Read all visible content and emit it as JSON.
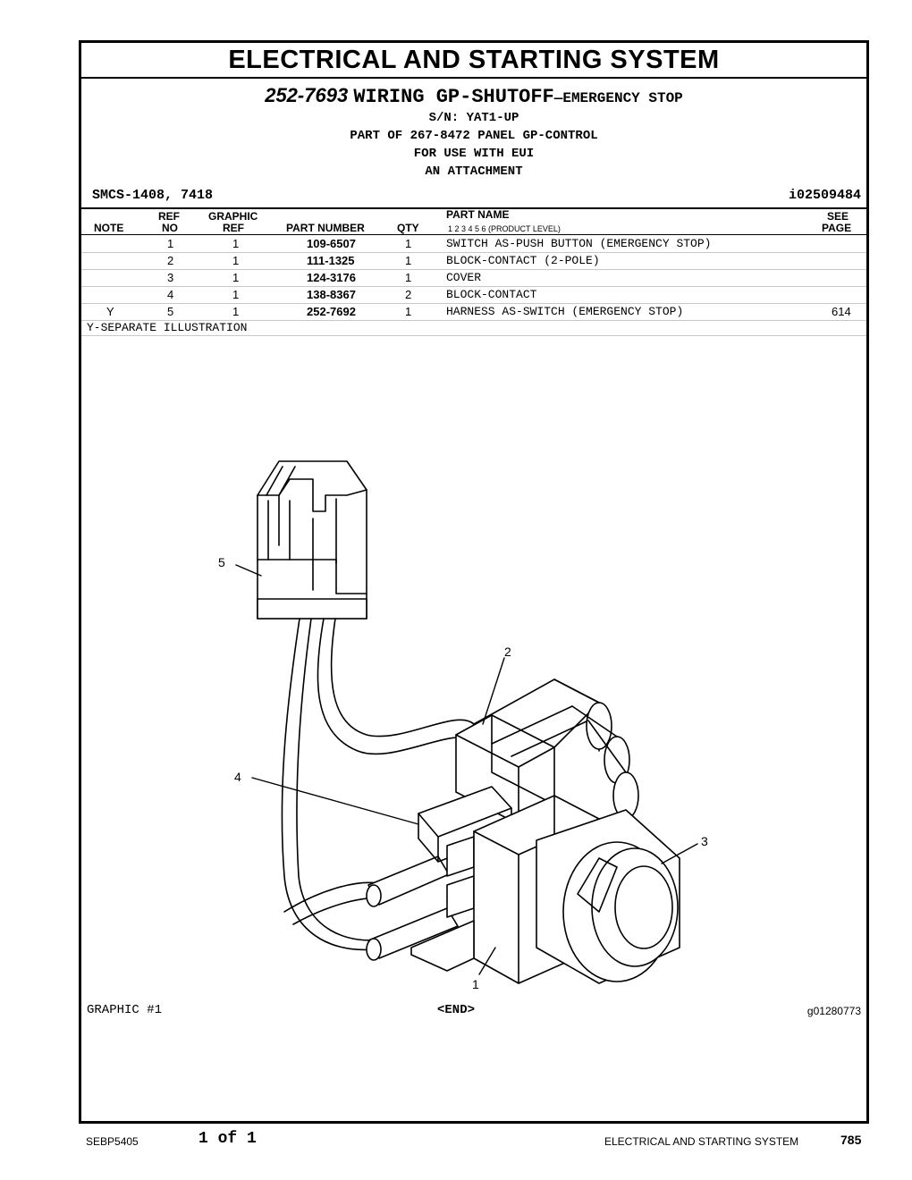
{
  "header": {
    "title": "ELECTRICAL AND STARTING SYSTEM",
    "part_number": "252-7693",
    "part_name": "WIRING GP-SHUTOFF",
    "part_suffix": "—EMERGENCY STOP",
    "serial": "S/N: YAT1-UP",
    "part_of": "PART OF 267-8472 PANEL GP-CONTROL",
    "use": "FOR USE WITH EUI",
    "attachment": "AN ATTACHMENT",
    "smcs": "SMCS-1408, 7418",
    "illustration_ref": "i02509484"
  },
  "table": {
    "headers": {
      "note": "NOTE",
      "ref_top": "REF",
      "ref_bottom": "NO",
      "graphic_top": "GRAPHIC",
      "graphic_bottom": "REF",
      "part_number": "PART NUMBER",
      "qty": "QTY",
      "part_name": "PART NAME",
      "levels": "1   2   3   4   5   6   (PRODUCT LEVEL)",
      "see_top": "SEE",
      "see_bottom": "PAGE"
    },
    "rows": [
      {
        "note": "",
        "ref": "1",
        "graphic": "1",
        "part_number": "109-6507",
        "qty": "1",
        "name": "SWITCH AS-PUSH BUTTON (EMERGENCY STOP)",
        "page": ""
      },
      {
        "note": "",
        "ref": "2",
        "graphic": "1",
        "part_number": "111-1325",
        "qty": "1",
        "name": "BLOCK-CONTACT (2-POLE)",
        "page": ""
      },
      {
        "note": "",
        "ref": "3",
        "graphic": "1",
        "part_number": "124-3176",
        "qty": "1",
        "name": "COVER",
        "page": ""
      },
      {
        "note": "",
        "ref": "4",
        "graphic": "1",
        "part_number": "138-8367",
        "qty": "2",
        "name": "BLOCK-CONTACT",
        "page": ""
      },
      {
        "note": "Y",
        "ref": "5",
        "graphic": "1",
        "part_number": "252-7692",
        "qty": "1",
        "name": "HARNESS AS-SWITCH (EMERGENCY STOP)",
        "page": "614"
      }
    ],
    "footnote": "Y-SEPARATE ILLUSTRATION"
  },
  "illustration": {
    "callouts": [
      "1",
      "2",
      "3",
      "4",
      "5"
    ]
  },
  "bottom": {
    "graphic_label": "GRAPHIC #1",
    "end_label": "<END>",
    "graphic_ref": "g01280773"
  },
  "footer": {
    "doc_id": "SEBP5405",
    "page_of": "1 of 1",
    "section": "ELECTRICAL AND STARTING SYSTEM",
    "page_number": "785"
  }
}
